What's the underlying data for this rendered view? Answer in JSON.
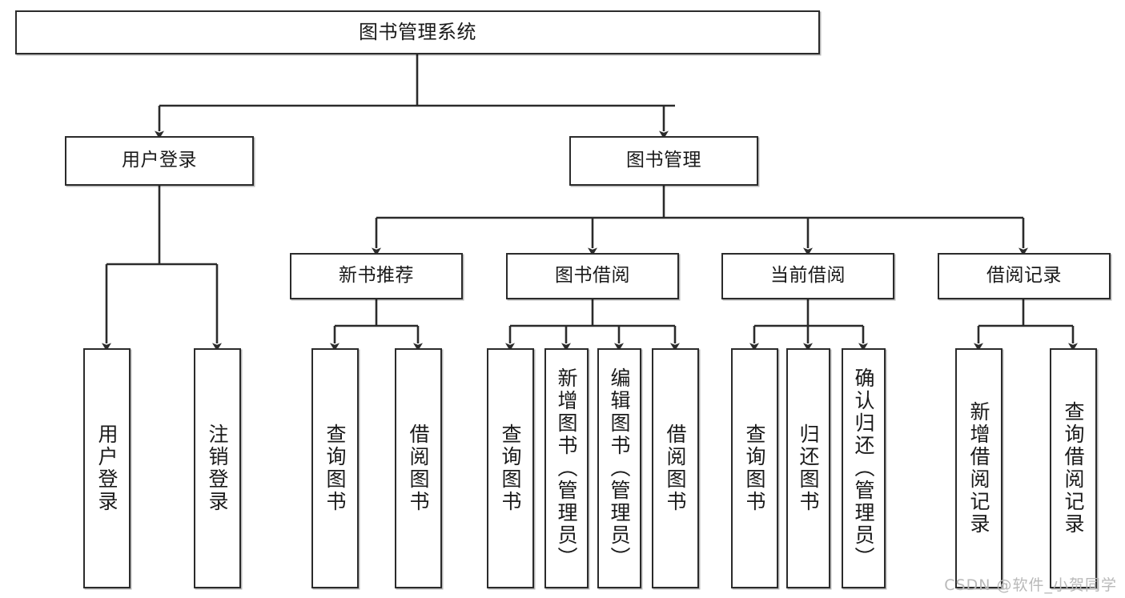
{
  "diagram": {
    "title": "图书管理系统",
    "type": "tree-hierarchy",
    "watermark": "CSDN @软件_小贺同学",
    "colors": {
      "box_border": "#2b2b2b",
      "box_fill": "#ffffff",
      "text": "#1a1a1a",
      "connector": "#2b2b2b",
      "watermark": "#b9b9b9",
      "background": "#ffffff"
    },
    "nodes": {
      "root": {
        "label": "图书管理系统"
      },
      "level2": [
        {
          "id": "user-login",
          "label": "用户登录"
        },
        {
          "id": "book-manage",
          "label": "图书管理"
        }
      ],
      "level3": [
        {
          "id": "new-book-recommend",
          "label": "新书推荐"
        },
        {
          "id": "book-borrow",
          "label": "图书借阅"
        },
        {
          "id": "current-borrow",
          "label": "当前借阅"
        },
        {
          "id": "borrow-record",
          "label": "借阅记录"
        }
      ],
      "leaves": {
        "user_login": [
          {
            "id": "leaf-user-login",
            "label": "用户登录"
          },
          {
            "id": "leaf-user-logout",
            "label": "注销登录"
          }
        ],
        "new_book_recommend": [
          {
            "id": "leaf-query-book-1",
            "label": "查询图书"
          },
          {
            "id": "leaf-borrow-book-1",
            "label": "借阅图书"
          }
        ],
        "book_borrow": [
          {
            "id": "leaf-query-book-2",
            "label": "查询图书"
          },
          {
            "id": "leaf-add-book",
            "label": "新增图书（管理员）"
          },
          {
            "id": "leaf-edit-book",
            "label": "编辑图书（管理员）"
          },
          {
            "id": "leaf-borrow-book-2",
            "label": "借阅图书"
          }
        ],
        "current_borrow": [
          {
            "id": "leaf-query-book-3",
            "label": "查询图书"
          },
          {
            "id": "leaf-return-book",
            "label": "归还图书"
          },
          {
            "id": "leaf-confirm-return",
            "label": "确认归还（管理员）"
          }
        ],
        "borrow_record": [
          {
            "id": "leaf-add-record",
            "label": "新增借阅记录"
          },
          {
            "id": "leaf-query-record",
            "label": "查询借阅记录"
          }
        ]
      }
    }
  }
}
